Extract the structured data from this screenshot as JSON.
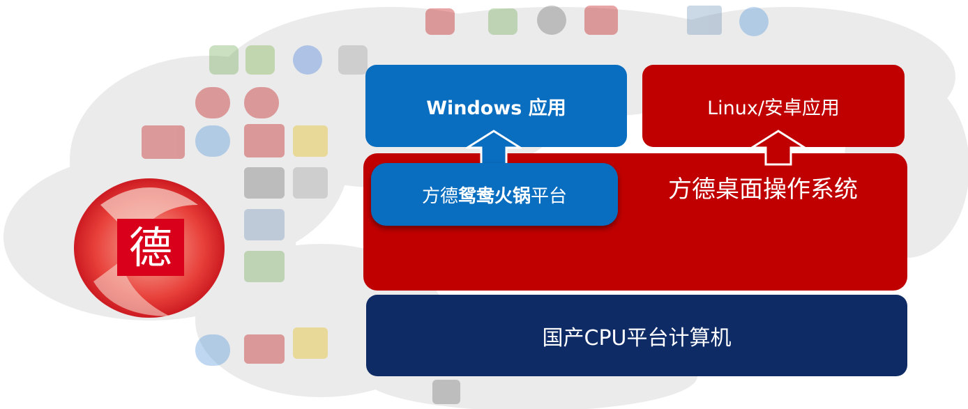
{
  "windows_apps": "Windows 应用",
  "linux_apps": "Linux/安卓应用",
  "hotpot_platform": {
    "prefix": "方德",
    "bold": "鸳鸯火锅",
    "suffix": "平台"
  },
  "desktop_os": "方德桌面操作系统",
  "cpu_platform": "国产CPU平台计算机",
  "logo_char": "德",
  "colors": {
    "blue": "#0a6ec0",
    "red": "#c00000",
    "navy": "#0e2b66"
  }
}
